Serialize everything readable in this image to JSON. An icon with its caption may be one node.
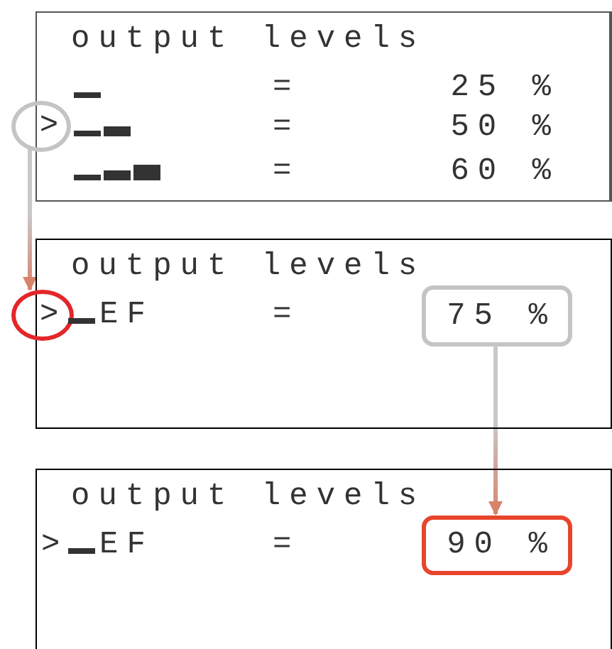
{
  "diagram": {
    "nodes": [
      {
        "text": [
          "output levels"
        ]
      },
      {
        "text": [
          ">"
        ]
      },
      {
        "text": [
          "output levels"
        ]
      },
      {
        "text": [
          ">"
        ]
      },
      {
        "text": [
          "75 %"
        ],
        "in": 2
      },
      {
        "text": [
          "output levels"
        ]
      },
      {
        "text": [
          "90 %"
        ],
        "in": 5
      }
    ],
    "edges": [
      {
        "from": 1,
        "to": 3,
        "arrow": "to"
      },
      {
        "from": 4,
        "to": 6,
        "arrow": "to"
      }
    ],
    "labels": [
      "=",
      "25 %",
      "=",
      "50 %",
      "=",
      "60 %",
      "EF",
      "=",
      ">",
      "EF",
      "="
    ]
  }
}
